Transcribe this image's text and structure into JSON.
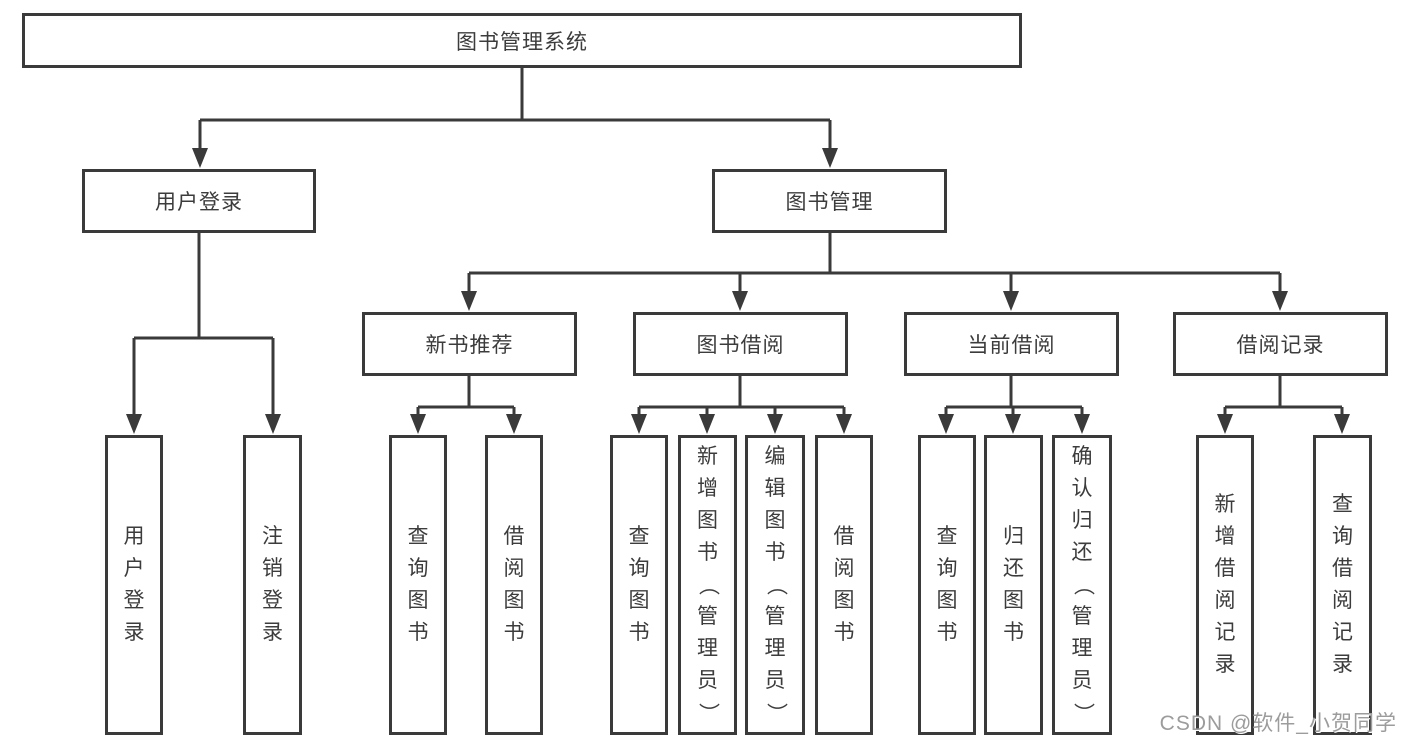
{
  "diagram": {
    "title": "图书管理系统",
    "nodes": {
      "root": {
        "label": "图书管理系统"
      },
      "user_login_branch": {
        "label": "用户登录"
      },
      "book_mgmt_branch": {
        "label": "图书管理"
      },
      "new_book_rec": {
        "label": "新书推荐"
      },
      "book_borrow": {
        "label": "图书借阅"
      },
      "current_borrow": {
        "label": "当前借阅"
      },
      "borrow_records": {
        "label": "借阅记录"
      },
      "leaf_user_login": {
        "label": "用户登录"
      },
      "leaf_logout": {
        "label": "注销登录"
      },
      "leaf_nbr_query_books": {
        "label": "查询图书"
      },
      "leaf_nbr_borrow_books": {
        "label": "借阅图书"
      },
      "leaf_bb_query_books": {
        "label": "查询图书"
      },
      "leaf_bb_add_books": {
        "label": "新增图书（管理员）"
      },
      "leaf_bb_edit_books": {
        "label": "编辑图书（管理员）"
      },
      "leaf_bb_borrow_books": {
        "label": "借阅图书"
      },
      "leaf_cb_query_books": {
        "label": "查询图书"
      },
      "leaf_cb_return_books": {
        "label": "归还图书"
      },
      "leaf_cb_confirm_return": {
        "label": "确认归还（管理员）"
      },
      "leaf_br_add_record": {
        "label": "新增借阅记录"
      },
      "leaf_br_query_record": {
        "label": "查询借阅记录"
      }
    },
    "colors": {
      "line": "#3a3a3a",
      "text": "#3c3c3c",
      "watermark": "#9c9c9c",
      "background": "#ffffff"
    }
  },
  "watermark": {
    "text": "CSDN @软件_小贺同学"
  }
}
